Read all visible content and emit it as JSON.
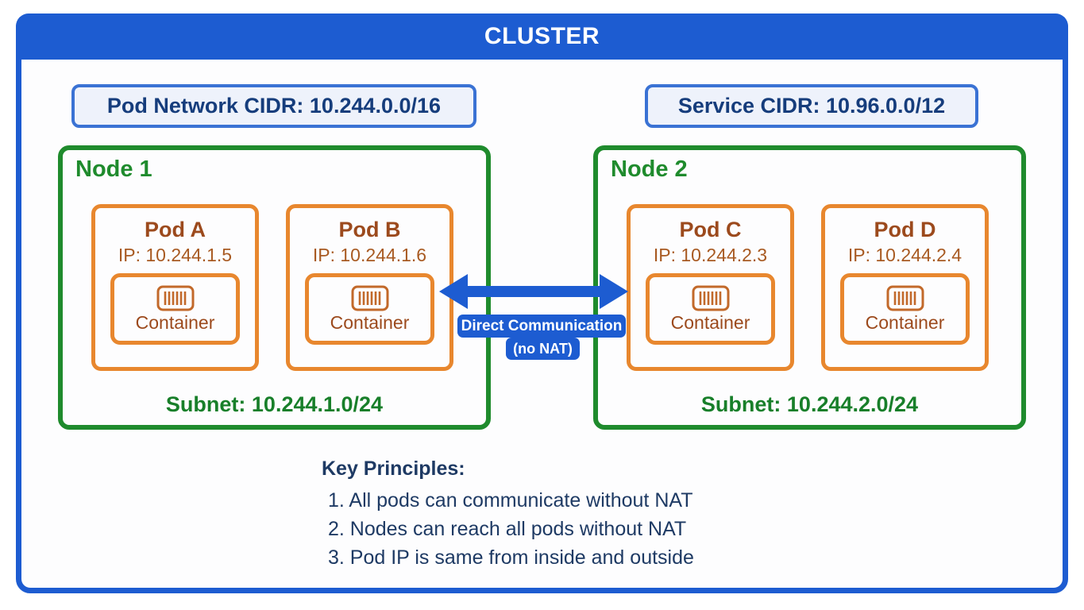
{
  "cluster": {
    "title": "CLUSTER"
  },
  "badges": {
    "pod_network_cidr": "Pod Network CIDR: 10.244.0.0/16",
    "service_cidr": "Service CIDR: 10.96.0.0/12"
  },
  "nodes": [
    {
      "name": "Node 1",
      "subnet": "Subnet: 10.244.1.0/24",
      "pods": [
        {
          "name": "Pod A",
          "ip": "IP: 10.244.1.5",
          "container_label": "Container"
        },
        {
          "name": "Pod B",
          "ip": "IP: 10.244.1.6",
          "container_label": "Container"
        }
      ]
    },
    {
      "name": "Node 2",
      "subnet": "Subnet: 10.244.2.0/24",
      "pods": [
        {
          "name": "Pod C",
          "ip": "IP: 10.244.2.3",
          "container_label": "Container"
        },
        {
          "name": "Pod D",
          "ip": "IP: 10.244.2.4",
          "container_label": "Container"
        }
      ]
    }
  ],
  "arrow": {
    "label_line1": "Direct Communication",
    "label_line2": "(no NAT)"
  },
  "key_principles": {
    "title": "Key Principles:",
    "items": [
      "1. All pods can communicate without NAT",
      "2. Nodes can reach all pods without NAT",
      "3. Pod IP is same from inside and outside"
    ]
  },
  "colors": {
    "primary_blue": "#1d5cd1",
    "badge_border_blue": "#3a72d4",
    "badge_bg": "#eef2fb",
    "badge_text_navy": "#163d7c",
    "node_green": "#1f8b2d",
    "subnet_green": "#187f2a",
    "pod_border_orange": "#e8872e",
    "pod_text_brown": "#9c4a1d",
    "pod_ip_brown": "#a85a22",
    "container_icon_orange": "#c2692a",
    "principles_navy": "#1e3a64",
    "background": "#fdfdfe"
  }
}
